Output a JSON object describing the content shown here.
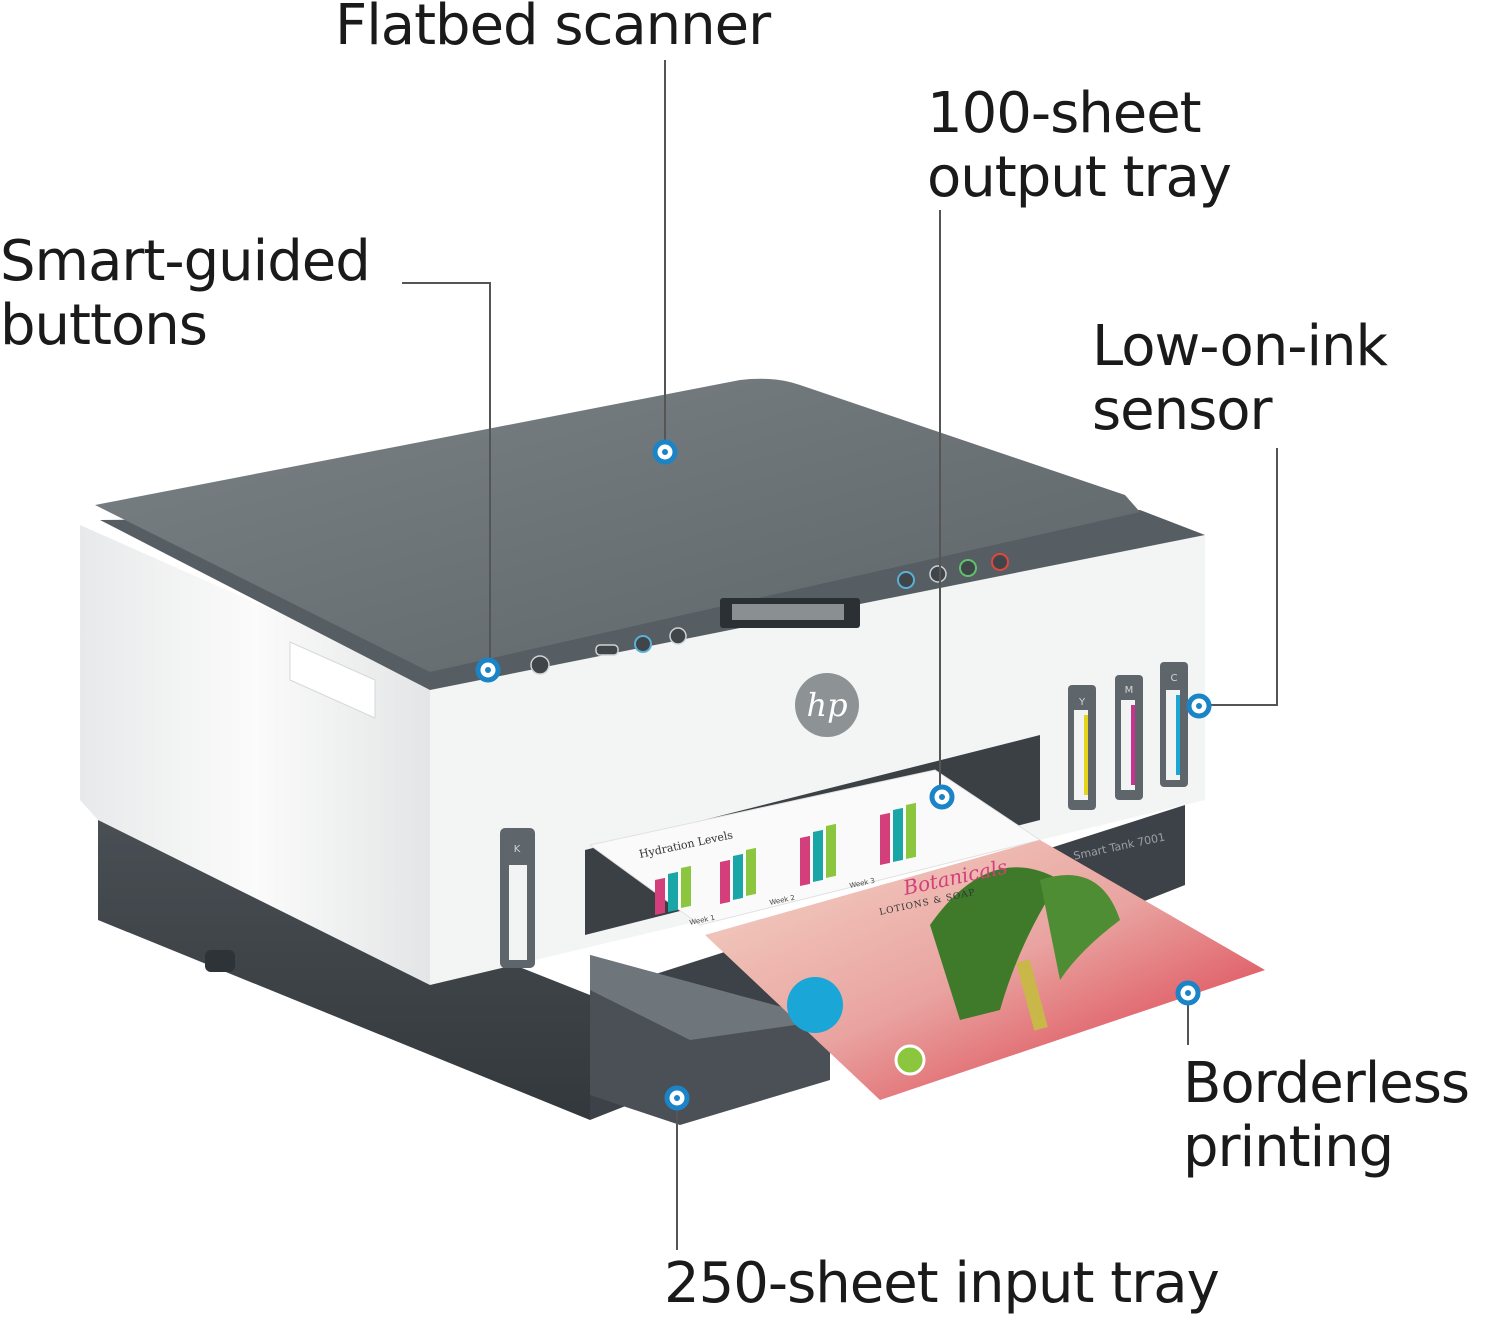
{
  "callouts": {
    "flatbed": {
      "lines": [
        "Flatbed scanner"
      ]
    },
    "output_tray": {
      "lines": [
        "100-sheet",
        "output tray"
      ]
    },
    "buttons": {
      "lines": [
        "Smart-guided",
        "buttons"
      ]
    },
    "ink_sensor": {
      "lines": [
        "Low-on-ink",
        "sensor"
      ]
    },
    "borderless": {
      "lines": [
        "Borderless",
        "printing"
      ]
    },
    "input_tray": {
      "lines": [
        "250-sheet input tray"
      ]
    }
  },
  "printer": {
    "brand_logo": "hp",
    "model_label": "Smart Tank 7001",
    "tank_labels": [
      "Y",
      "M",
      "C",
      "K"
    ]
  },
  "printout": {
    "chart_title": "Hydration Levels",
    "brand_name": "Botanicals",
    "brand_tagline": "LOTIONS & SOAP",
    "week_labels": [
      "Week 1",
      "Week 2",
      "Week 3"
    ]
  },
  "colors": {
    "marker": "#1a84c7",
    "leader_line": "#555555",
    "printer_body": "#f2f3f3",
    "printer_lid": "#6b7276",
    "printer_base": "#40464b",
    "ink_yellow": "#e5d51a",
    "ink_magenta": "#c8338f",
    "ink_cyan": "#1aa6d6"
  }
}
